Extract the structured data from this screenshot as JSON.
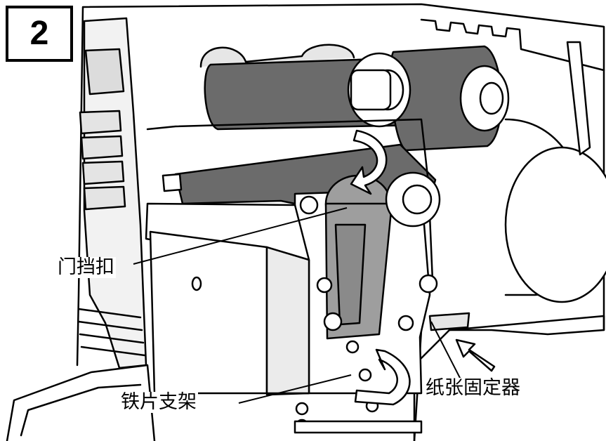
{
  "step_number": "2",
  "callouts": {
    "door_latch": "门挡扣",
    "iron_bracket": "铁片支架",
    "paper_holder": "纸张固定器"
  },
  "colors": {
    "ribbon": "#6b6b6b",
    "line": "#000000",
    "paper": "#ffffff",
    "shade": "#d9d9d9"
  }
}
